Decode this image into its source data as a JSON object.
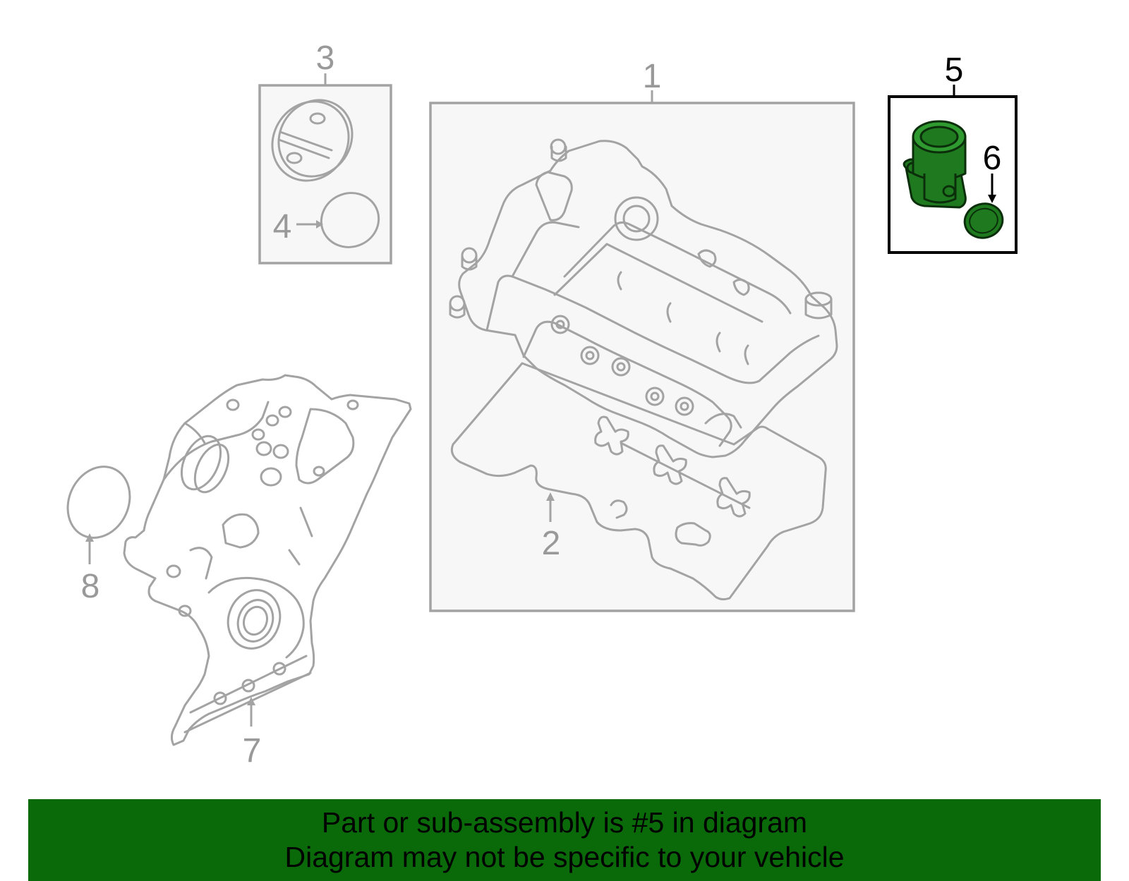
{
  "diagram": {
    "callouts": [
      {
        "id": "1",
        "label": "1"
      },
      {
        "id": "2",
        "label": "2"
      },
      {
        "id": "3",
        "label": "3"
      },
      {
        "id": "4",
        "label": "4"
      },
      {
        "id": "5",
        "label": "5"
      },
      {
        "id": "6",
        "label": "6"
      },
      {
        "id": "7",
        "label": "7"
      },
      {
        "id": "8",
        "label": "8"
      }
    ],
    "highlighted_part": "5",
    "colors": {
      "highlight_fill": "#1f7a1f",
      "part_stroke": "#a3a3a3",
      "banner_background": "#0a6a0a"
    }
  },
  "banner": {
    "line1": "Part or sub-assembly is #5 in diagram",
    "line2": "Diagram may not be specific to your vehicle"
  }
}
